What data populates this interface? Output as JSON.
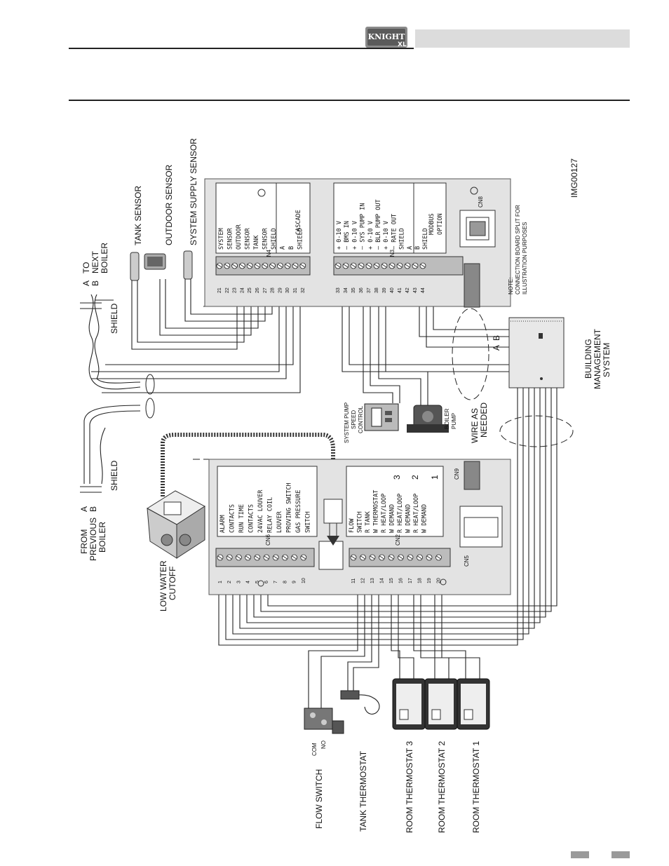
{
  "header": {
    "logo_text": "KNIGHT",
    "logo_sub": "XL"
  },
  "diagram": {
    "image_id": "IMG00127",
    "labels": {
      "tank_sensor": "TANK SENSOR",
      "outdoor_sensor": "OUTDOOR SENSOR",
      "system_supply_sensor": "SYSTEM SUPPLY SENSOR",
      "to_next_boiler_a": "A",
      "to_next_boiler_b": "B",
      "to_next_1": "TO",
      "to_next_2": "NEXT",
      "to_next_3": "BOILER",
      "shield_top": "SHIELD",
      "shield_bottom": "SHIELD",
      "from_prev_a": "A",
      "from_prev_b": "B",
      "from_prev_1": "FROM",
      "from_prev_2": "PREVIOUS",
      "from_prev_3": "BOILER",
      "low_water_1": "LOW WATER",
      "low_water_2": "CUTOFF",
      "system_pump_1": "SYSTEM PUMP",
      "system_pump_2": "SPEED",
      "system_pump_3": "CONTROL",
      "boiler_pump_1": "BOILER",
      "boiler_pump_2": "PUMP",
      "wire_as_1": "WIRE AS",
      "wire_as_2": "NEEDED",
      "bms_1": "BUILDING",
      "bms_2": "MANAGEMENT",
      "bms_3": "SYSTEM",
      "bms_a": "A",
      "bms_b": "B",
      "note_1": "NOTE:",
      "note_2": "CONNECTION BOARD SPLIT FOR",
      "note_3": "ILLUSTRATION PURPOSES",
      "flow_switch": "FLOW SWITCH",
      "com": "COM",
      "no": "NO",
      "tank_thermostat": "TANK THERMOSTAT",
      "room_t3": "ROOM THERMOSTAT 3",
      "room_t2": "ROOM THERMOSTAT 2",
      "room_t1": "ROOM THERMOSTAT 1"
    },
    "cn4": {
      "name": "CN4",
      "terms": [
        "SYSTEM",
        "SENSOR",
        "OUTDOOR",
        "SENSOR",
        "TANK",
        "SENSOR",
        "SHIELD",
        "A",
        "B",
        "SHIELD"
      ],
      "cascade": "CASCADE",
      "nums": [
        "21",
        "22",
        "23",
        "24",
        "25",
        "26",
        "27",
        "28",
        "29",
        "30",
        "31",
        "32"
      ]
    },
    "cn3": {
      "name": "CN3",
      "terms": [
        "+ 0-10 V",
        "– BMS IN",
        "+ 0-10 V",
        "– SYS PUMP IN",
        "+ 0-10 V",
        "– BLR PUMP OUT",
        "+ 0-10 V",
        "– RATE OUT",
        "SHIELD",
        "A",
        "B",
        "SHIELD"
      ],
      "modbus_1": "MODBUS",
      "modbus_2": "OPTION",
      "nums": [
        "33",
        "34",
        "35",
        "36",
        "37",
        "38",
        "39",
        "40",
        "41",
        "42",
        "43",
        "44"
      ]
    },
    "cn6": {
      "name": "CN6",
      "terms": [
        "ALARM",
        "CONTACTS",
        "RUN TIME",
        "CONTACTS",
        "24VAC LOUVER",
        "RELAY COIL",
        "LOUVER",
        "PROVING SWITCH",
        "GAS PRESSURE",
        "SWITCH"
      ],
      "nums": [
        "1",
        "2",
        "3",
        "4",
        "5",
        "6",
        "7",
        "8",
        "9",
        "10"
      ]
    },
    "cn2": {
      "name": "CN2",
      "terms": [
        "FLOW",
        "SWITCH",
        "R  TANK",
        "W  THERMOSTAT",
        "R  HEAT/LOOP",
        "W  DEMAND",
        "R  HEAT/LOOP",
        "W  DEMAND",
        "R  HEAT/LOOP",
        "W  DEMAND"
      ],
      "loop_nums": [
        "3",
        "2",
        "1"
      ],
      "nums": [
        "11",
        "12",
        "13",
        "14",
        "15",
        "16",
        "17",
        "18",
        "19",
        "20"
      ]
    },
    "cn5": "CN5",
    "cn8": "CN8",
    "cn9": "CN9"
  },
  "colors": {
    "board": "#e3e3e3",
    "rule": "#222222",
    "header_bar": "#dcdcdc",
    "footer_tab": "#9a9a9a"
  }
}
